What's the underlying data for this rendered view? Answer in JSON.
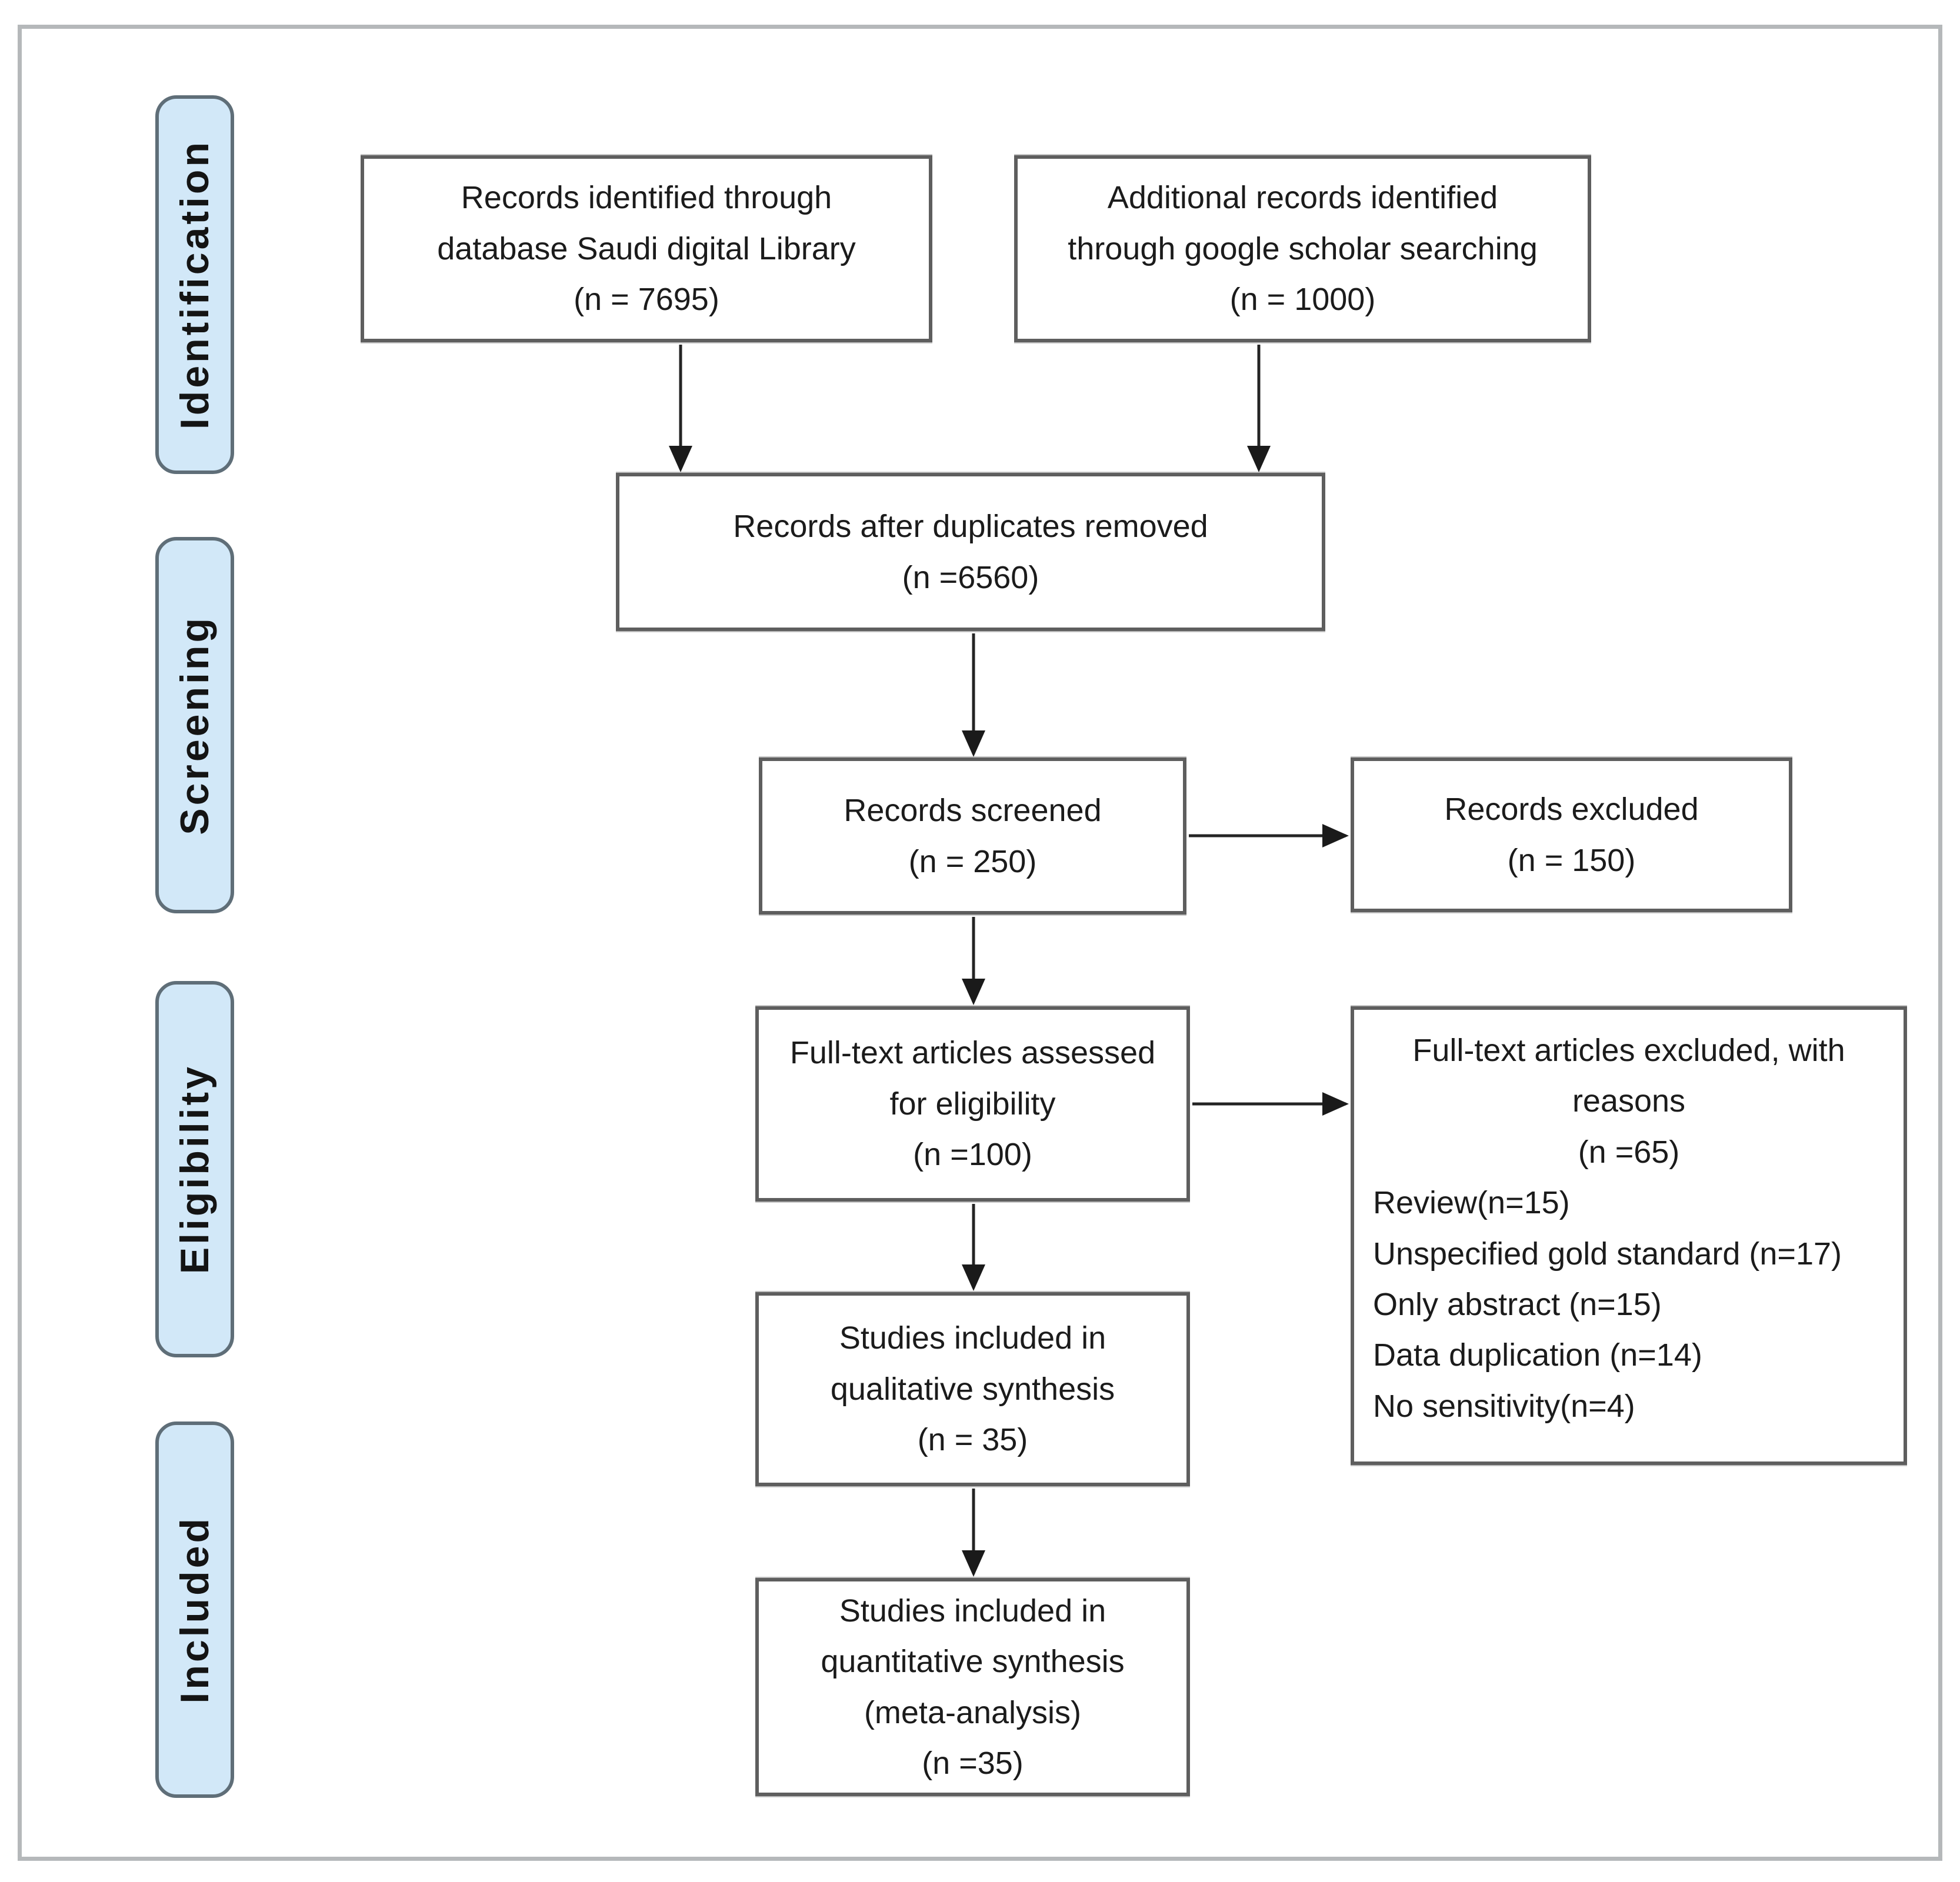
{
  "diagram": {
    "stage_labels": [
      "Identification",
      "Screening",
      "Eligibility",
      "Included"
    ],
    "boxes": {
      "identified_database": "Records identified through\ndatabase Saudi digital Library\n(n = 7695)",
      "identified_scholar": "Additional records identified\nthrough google scholar searching\n(n = 1000)",
      "after_duplicates": "Records after duplicates removed\n(n =6560)",
      "screened": "Records screened\n(n = 250)",
      "excluded": "Records excluded\n(n = 150)",
      "fulltext_assessed": "Full-text articles assessed\nfor eligibility\n(n =100)",
      "fulltext_excluded_title": "Full-text articles excluded, with\nreasons\n(n =65)",
      "fulltext_excluded_reasons": "Review(n=15)\nUnspecified gold standard (n=17)\nOnly abstract (n=15)\nData duplication (n=14)\nNo sensitivity(n=4)",
      "qualitative_synthesis": "Studies included in\nqualitative synthesis\n(n = 35)",
      "quantitative_synthesis": "Studies included in\nquantitative synthesis\n(meta-analysis)\n(n =35)"
    },
    "colors": {
      "stage_fill": "#d2e8f8",
      "stage_border": "#5f6e78",
      "box_border": "#5e5e5e",
      "arrow": "#242424",
      "frame_border": "#b5b8ba"
    }
  }
}
